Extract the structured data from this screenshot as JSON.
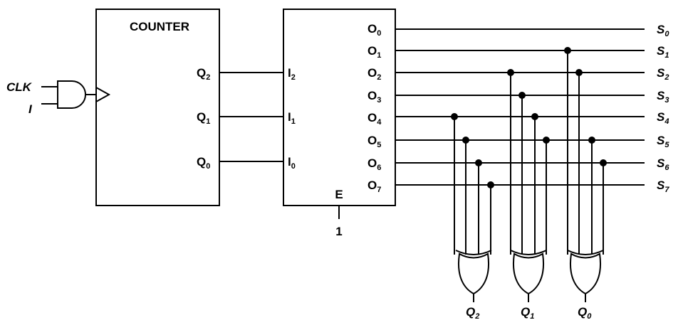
{
  "counter": {
    "title": "COUNTER",
    "outputs": [
      {
        "main": "Q",
        "sub": "2"
      },
      {
        "main": "Q",
        "sub": "1"
      },
      {
        "main": "Q",
        "sub": "0"
      }
    ]
  },
  "inputs": {
    "clk": "CLK",
    "i": "I"
  },
  "decoder": {
    "inputs": [
      {
        "main": "I",
        "sub": "2"
      },
      {
        "main": "I",
        "sub": "1"
      },
      {
        "main": "I",
        "sub": "0"
      }
    ],
    "outputs": [
      {
        "main": "O",
        "sub": "0"
      },
      {
        "main": "O",
        "sub": "1"
      },
      {
        "main": "O",
        "sub": "2"
      },
      {
        "main": "O",
        "sub": "3"
      },
      {
        "main": "O",
        "sub": "4"
      },
      {
        "main": "O",
        "sub": "5"
      },
      {
        "main": "O",
        "sub": "6"
      },
      {
        "main": "O",
        "sub": "7"
      }
    ],
    "enable_label": "E",
    "enable_value": "1"
  },
  "signals": [
    {
      "main": "S",
      "sub": "0"
    },
    {
      "main": "S",
      "sub": "1"
    },
    {
      "main": "S",
      "sub": "2"
    },
    {
      "main": "S",
      "sub": "3"
    },
    {
      "main": "S",
      "sub": "4"
    },
    {
      "main": "S",
      "sub": "5"
    },
    {
      "main": "S",
      "sub": "6"
    },
    {
      "main": "S",
      "sub": "7"
    }
  ],
  "or_outputs": [
    {
      "main": "Q",
      "sub": "2"
    },
    {
      "main": "Q",
      "sub": "1"
    },
    {
      "main": "Q",
      "sub": "0"
    }
  ]
}
